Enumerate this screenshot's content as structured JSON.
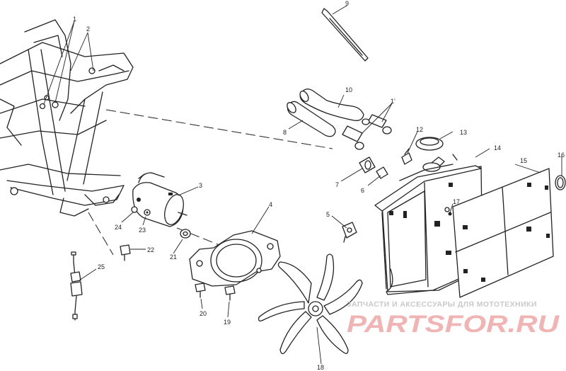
{
  "diagram": {
    "callouts": [
      "1",
      "2",
      "3",
      "4",
      "5",
      "6",
      "7",
      "8",
      "9",
      "10",
      "1'",
      "12",
      "13",
      "14",
      "15",
      "16",
      "17",
      "18",
      "19",
      "20",
      "21",
      "22",
      "23",
      "24",
      "25"
    ]
  },
  "watermark": {
    "caption": "ЗАПЧАСТИ И АКСЕССУАРЫ ДЛЯ МОТОТЕХНИКИ",
    "logo_text": "PARTSFOR.RU",
    "logo_color": "#f0b4b4"
  }
}
